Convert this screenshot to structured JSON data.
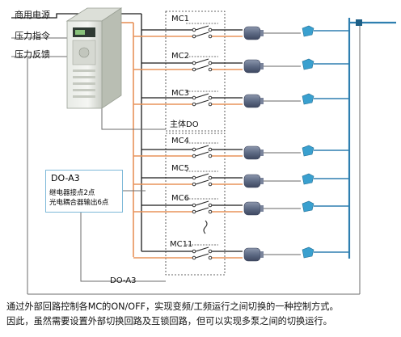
{
  "inputs": {
    "power": "商用电源",
    "pressure_cmd": "压力指令",
    "pressure_fb": "压力反馈"
  },
  "contactors": [
    "MC1",
    "MC2",
    "MC3",
    "MC4",
    "MC5",
    "MC6",
    "MC11"
  ],
  "main_do_label": "主体DO",
  "doa3_box": {
    "title": "DO-A3",
    "line1": "继电器接点2点",
    "line2": "光电耦合器输出6点"
  },
  "doa3_bottom_label": "DO-A3",
  "caption": {
    "line1": "通过外部回路控制各MC的ON/OFF，实现变频/工频运行之间切换的一种控制方式。",
    "line2": "因此，虽然需要设置外部切换回路及互锁回路，但可以实现多泵之间的切换运行。"
  },
  "colors": {
    "wire_black": "#1a1a1a",
    "wire_orange": "#e8935a",
    "control_wire": "#6b6b6b",
    "pipe": "#2e7fb0",
    "box_border": "#7db9d8",
    "motor": "#5e6b85",
    "pump": "#3aa0cf"
  },
  "icons": {
    "inverter": "inverter-icon",
    "motor": "motor-icon",
    "pump": "pump-icon",
    "contact": "contact-icon"
  }
}
